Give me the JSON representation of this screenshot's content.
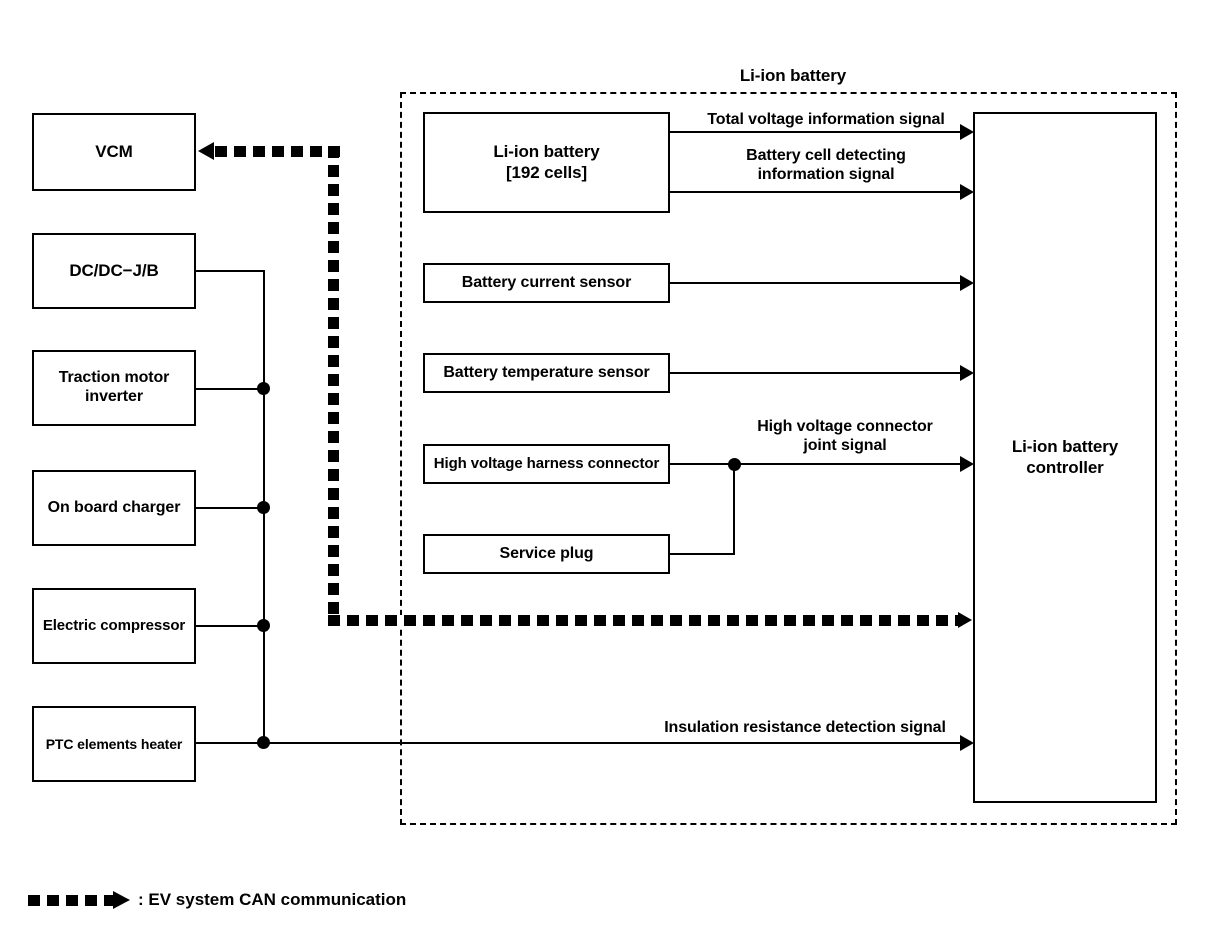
{
  "diagram": {
    "title_label": "Li-ion battery",
    "left_blocks": [
      {
        "id": "vcm",
        "label": "VCM"
      },
      {
        "id": "dcdc-jb",
        "label": "DC/DC−J/B"
      },
      {
        "id": "traction-motor-inverter",
        "label": "Traction motor\ninverter"
      },
      {
        "id": "on-board-charger",
        "label": "On board charger"
      },
      {
        "id": "electric-compressor",
        "label": "Electric compressor"
      },
      {
        "id": "ptc-elements-heater",
        "label": "PTC elements heater"
      }
    ],
    "battery_blocks": [
      {
        "id": "li-ion-battery",
        "label": "Li-ion battery\n[192 cells]"
      },
      {
        "id": "battery-current-sensor",
        "label": "Battery current sensor"
      },
      {
        "id": "battery-temperature-sensor",
        "label": "Battery temperature sensor"
      },
      {
        "id": "high-voltage-harness-connector",
        "label": "High voltage harness connector"
      },
      {
        "id": "service-plug",
        "label": "Service plug"
      }
    ],
    "controller": {
      "label": "Li-ion battery\ncontroller"
    },
    "signals": [
      {
        "id": "total-voltage",
        "label": "Total voltage information signal"
      },
      {
        "id": "battery-cell-detecting",
        "label": "Battery cell detecting\ninformation signal"
      },
      {
        "id": "high-voltage-connector-joint",
        "label": "High voltage connector\njoint signal"
      },
      {
        "id": "insulation-resistance",
        "label": "Insulation resistance detection signal"
      }
    ],
    "legend": {
      "symbol_name": "can-communication-arrow",
      "text": ": EV system CAN communication"
    },
    "colors": {
      "line": "#000000",
      "background": "#ffffff"
    }
  }
}
